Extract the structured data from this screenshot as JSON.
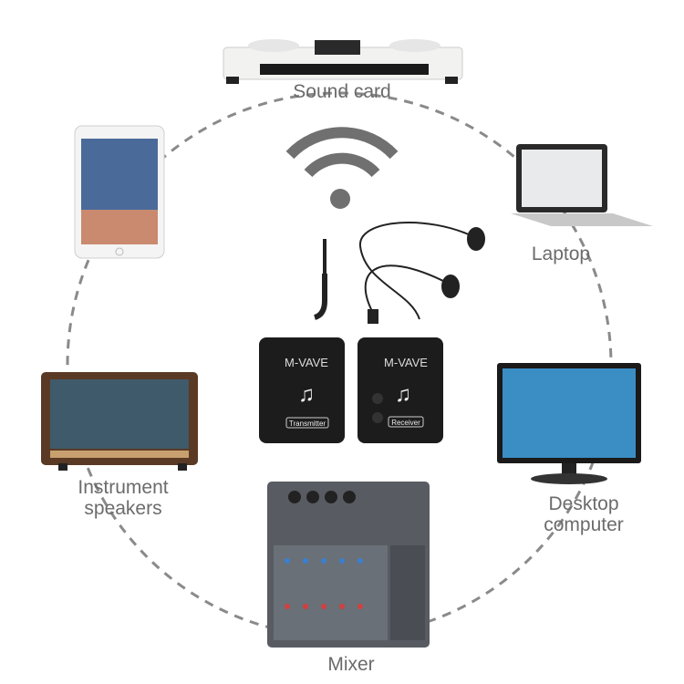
{
  "devices": {
    "sound_card": "Sound card",
    "laptop": "Laptop",
    "desktop_line1": "Desktop",
    "desktop_line2": "computer",
    "mixer": "Mixer",
    "speakers_line1": "Instrument",
    "speakers_line2": "speakers"
  },
  "center": {
    "transmitter_brand": "M-VAVE",
    "transmitter_label": "Transmitter",
    "receiver_brand": "M-VAVE",
    "receiver_label": "Receiver"
  },
  "colors": {
    "label": "#6b6b6b",
    "dashed_circle": "#8a8a8a",
    "wifi": "#707070",
    "device_body": "#1c1c1c"
  },
  "icons": [
    "wifi-icon",
    "music-note-logo"
  ]
}
